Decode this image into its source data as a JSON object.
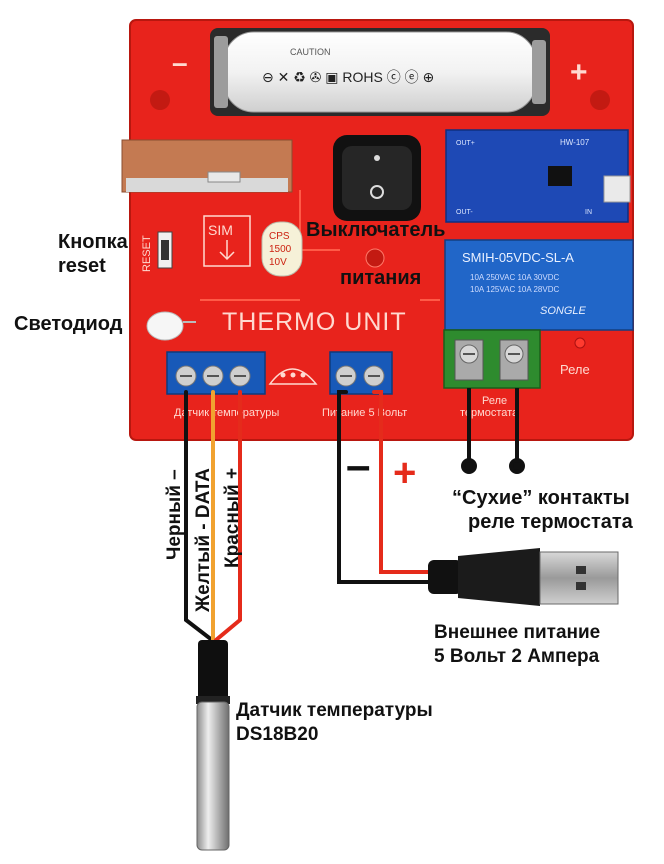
{
  "labels": {
    "reset_button": [
      "Кнопка",
      "reset"
    ],
    "led": "Светодиод",
    "switch": [
      "Выключатель",
      "питания"
    ],
    "dry_contacts": [
      "“Сухие” контакты",
      "реле термостата"
    ],
    "ext_power": [
      "Внешнее питание",
      "5 Вольт 2 Ампера"
    ],
    "sensor": [
      "Датчик температуры",
      "DS18B20"
    ]
  },
  "wires": {
    "black": "Черный –",
    "yellow": "Желтый - DATA",
    "red": "Красный +"
  },
  "power_signs": {
    "minus": "–",
    "plus": "+"
  },
  "pcb": {
    "corner_minus": "–",
    "corner_plus": "+",
    "reset": "RESET",
    "sim": "SIM",
    "cap": [
      "CPS",
      "1500",
      "10V"
    ],
    "brand": "THERMO UNIT",
    "rele": "Реле",
    "term_sensor": "Датчик температуры",
    "term_power": "Питание 5 Вольт",
    "term_relay": [
      "Реле",
      "термостата"
    ]
  },
  "battery": {
    "text": "CAUTION",
    "marks": "⊖ ✕ ♻ ✇ ▣ ROHS ⓒ ⓔ ⊕"
  },
  "relay": {
    "model": "SMIH-05VDC-SL-A",
    "ratings": [
      "10A 250VAC 10A 30VDC",
      "10A 125VAC 10A 28VDC"
    ],
    "brand": "SONGLE"
  },
  "charger": {
    "model": "HW-107",
    "out_plus": "OUT+",
    "out_minus": "OUT-",
    "in": "IN"
  },
  "colors": {
    "pcb": "#e8231c",
    "wire_red": "#e52b1b",
    "wire_black": "#111111",
    "wire_yellow": "#f1a230",
    "relay_blue": "#2166c8",
    "terminal_blue": "#1859b8",
    "terminal_green": "#2e8b2e"
  }
}
